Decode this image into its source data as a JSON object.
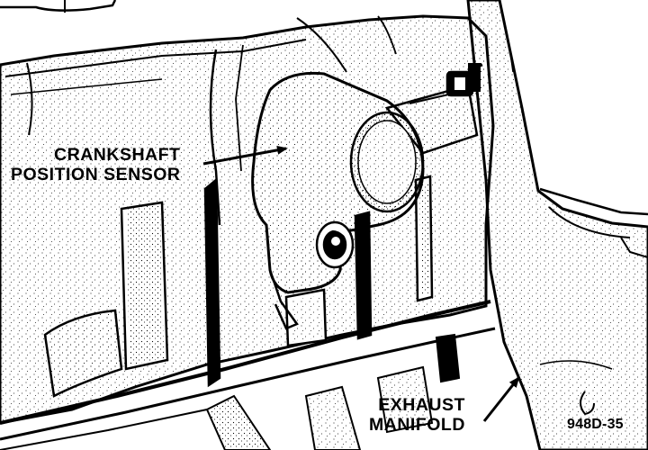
{
  "figure": {
    "callouts": {
      "crankshaft_sensor": {
        "line1": "CRANKSHAFT",
        "line2": "POSITION SENSOR"
      },
      "exhaust_manifold": {
        "line1": "EXHAUST",
        "line2": "MANIFOLD"
      }
    },
    "figure_code": "948D-35",
    "colors": {
      "ink": "#000000",
      "paper": "#ffffff"
    }
  }
}
